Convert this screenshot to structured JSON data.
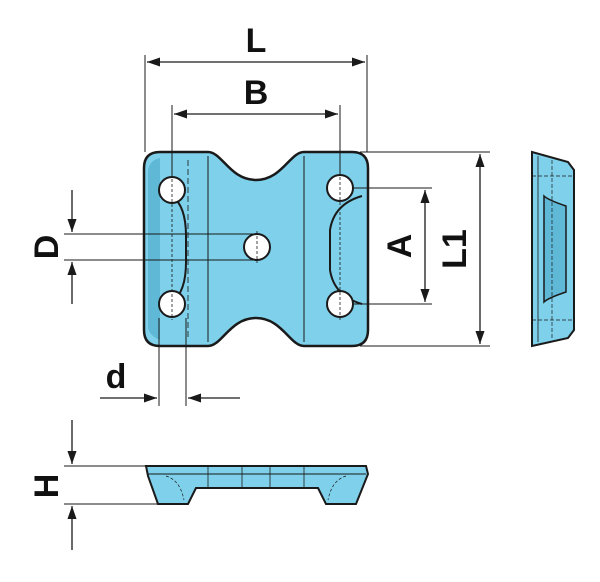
{
  "colors": {
    "part_fill": "#7fd0ea",
    "part_shade": "#5fb8d6",
    "outline": "#1a1a1a",
    "dim_line": "#1a1a1a",
    "background": "#ffffff"
  },
  "labels": {
    "L": "L",
    "B": "B",
    "D": "D",
    "A": "A",
    "L1": "L1",
    "d": "d",
    "H": "H"
  }
}
